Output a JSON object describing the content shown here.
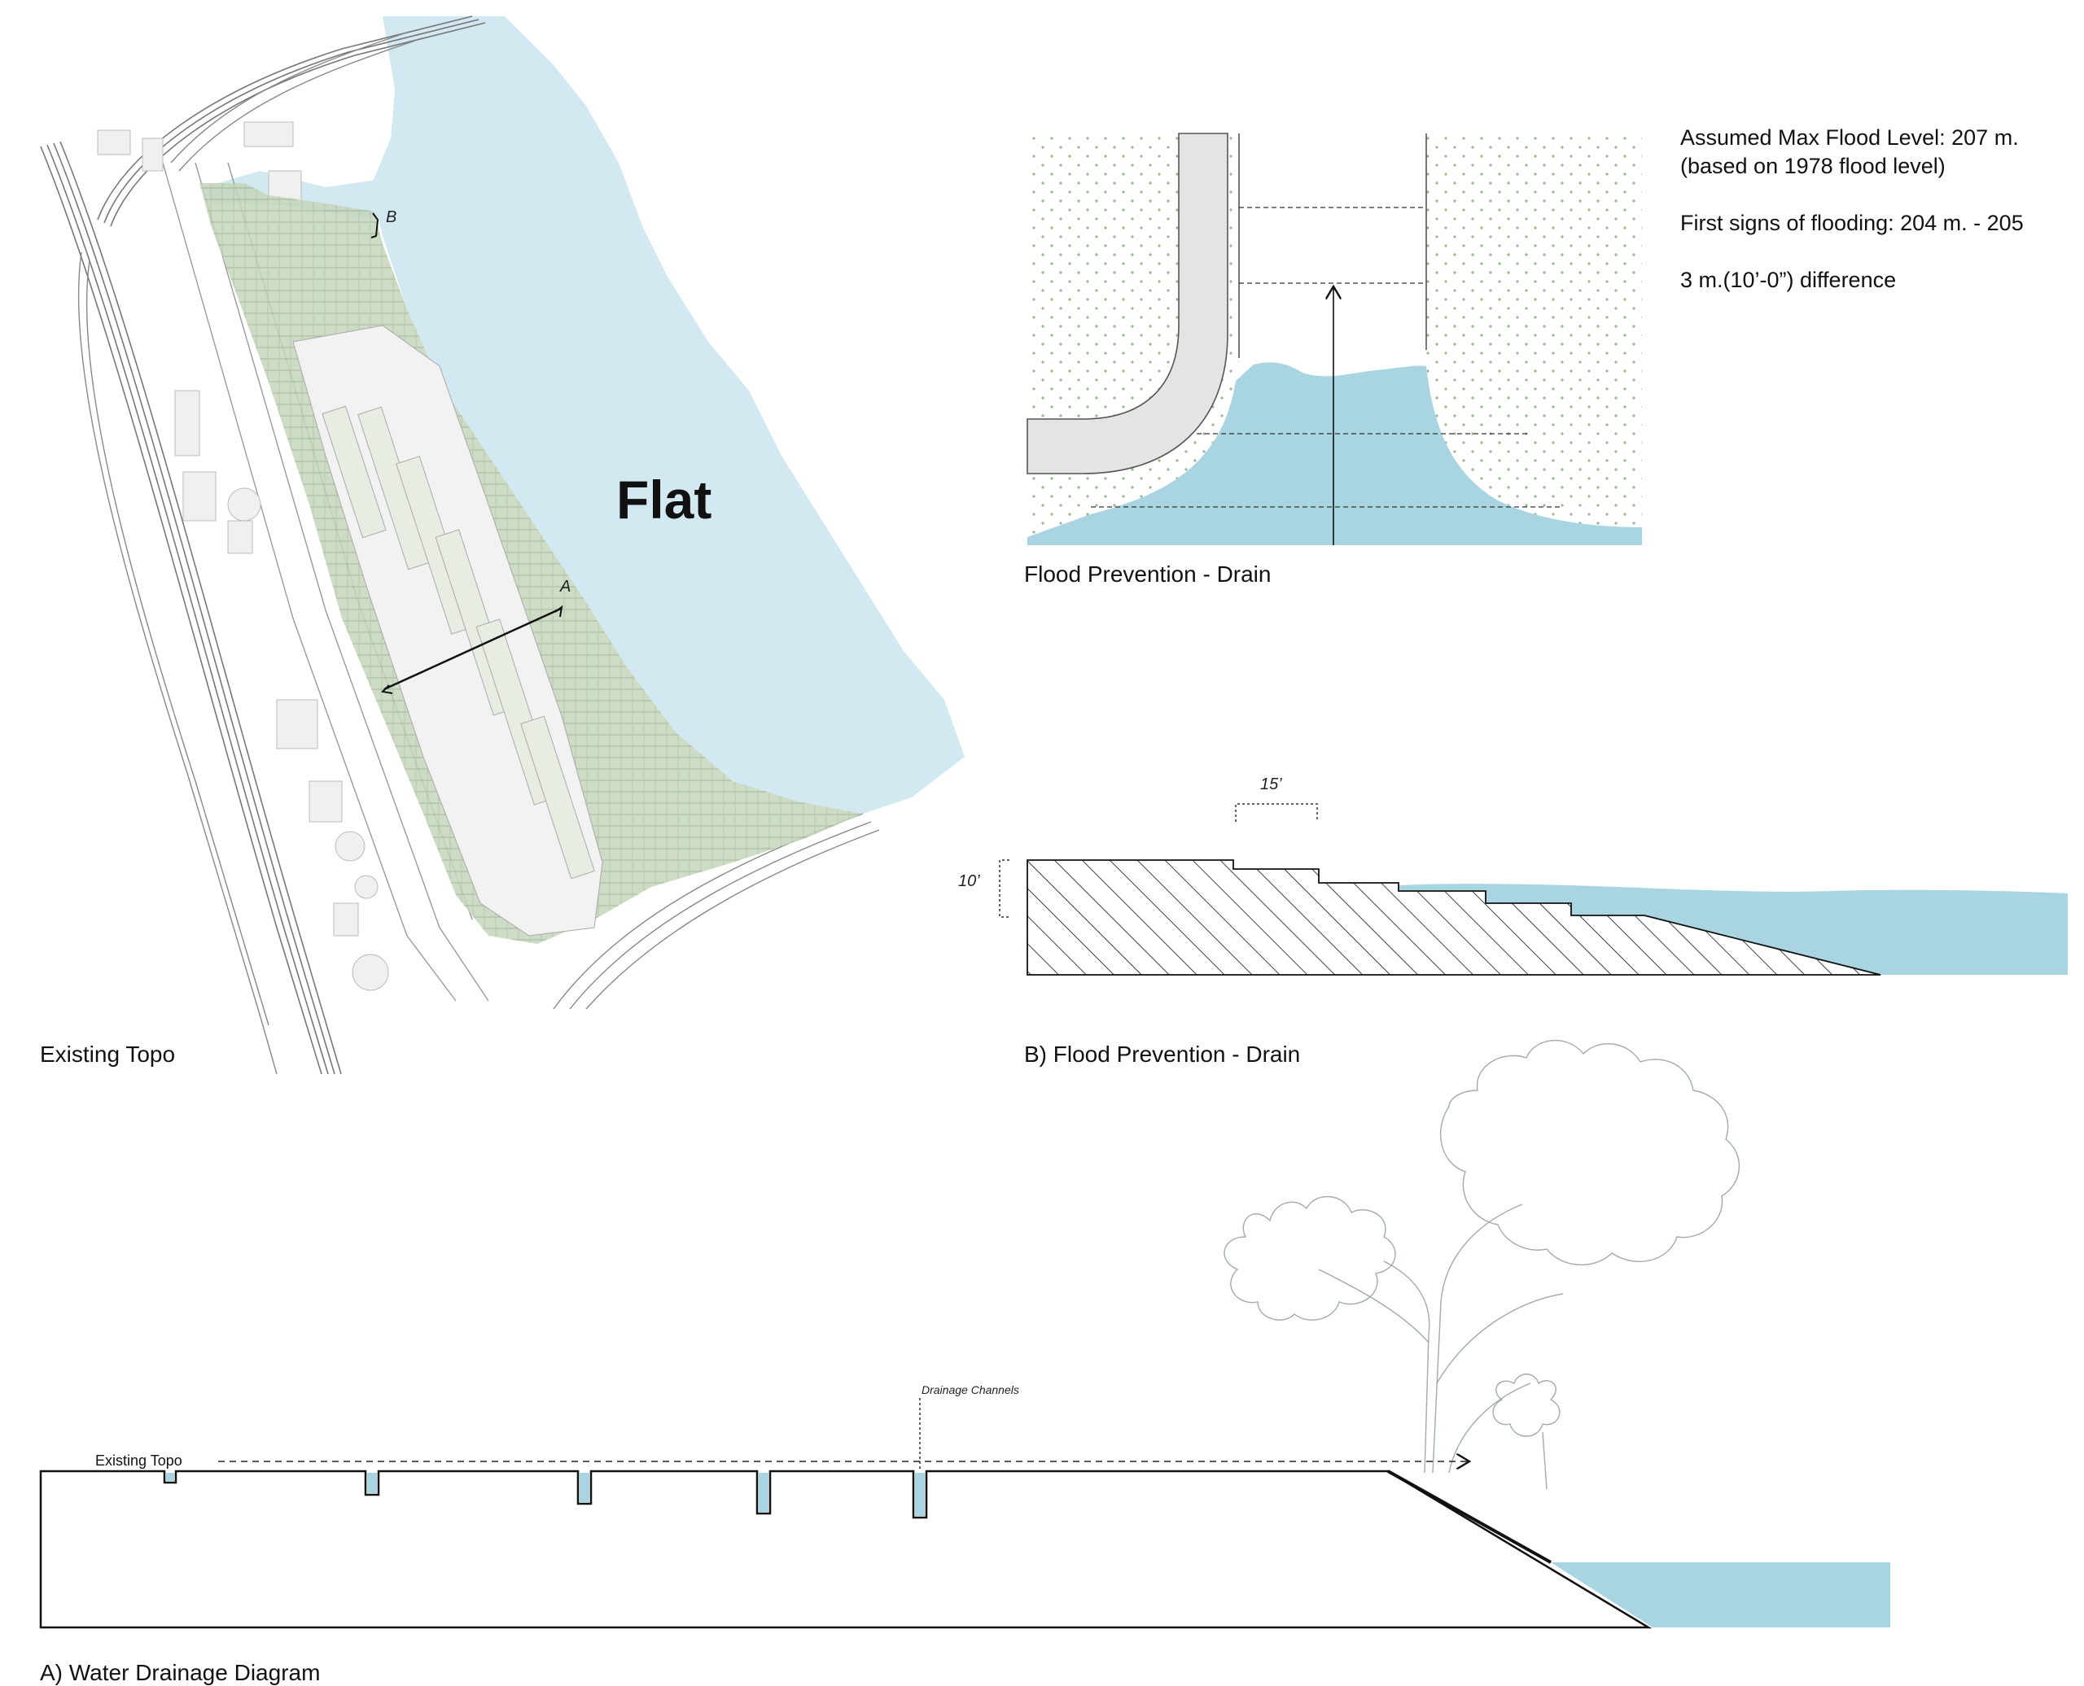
{
  "captions": {
    "existing_topo": "Existing Topo",
    "drain_section": "Flood Prevention - Drain",
    "section_b": "B) Flood Prevention - Drain",
    "section_a": "A) Water Drainage Diagram"
  },
  "notes": {
    "max_flood": "Assumed Max Flood Level: 207 m.",
    "based_on": "(based on 1978 flood level)",
    "first_signs": "First signs of flooding: 204 m. - 205",
    "difference": "3 m.(10’-0”) difference"
  },
  "map": {
    "flat_label": "Flat",
    "section_marker_a": "A",
    "section_marker_b": "B"
  },
  "section_b_dims": {
    "width_label": "15’",
    "height_label": "10’"
  },
  "section_a_labels": {
    "existing_topo": "Existing Topo",
    "drainage_channels": "Drainage Channels"
  },
  "colors": {
    "water": "#a9d4e2",
    "water_light": "#d3e9f2",
    "vegetation": "#b9ccb0",
    "line": "#111111",
    "map_lines": "#9a9a9a",
    "concrete": "#e4e4e4",
    "tree": "#9aa59d"
  }
}
